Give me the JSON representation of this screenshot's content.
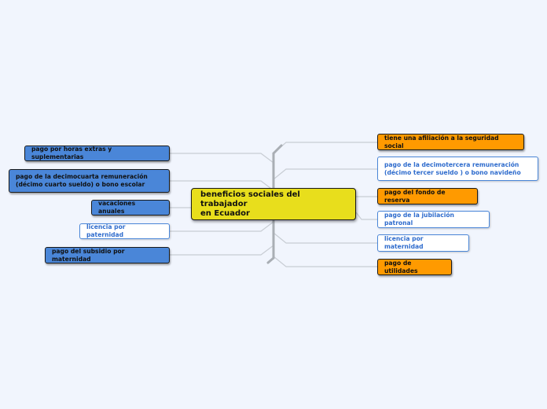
{
  "diagram": {
    "central_topic": "beneficios sociales del trabajador\nen Ecuador",
    "left_branches": [
      {
        "label": "pago por horas extras y suplementarias",
        "style": "blue-solid"
      },
      {
        "label": "pago de la decimocuarta remuneración\n(décimo cuarto sueldo) o bono escolar",
        "style": "blue-solid"
      },
      {
        "label": "vacaciones anuales",
        "style": "blue-solid"
      },
      {
        "label": "licencia por paternidad",
        "style": "outline"
      },
      {
        "label": "pago del subsidio por maternidad",
        "style": "blue-solid"
      }
    ],
    "right_branches": [
      {
        "label": "tiene una afiliación a la seguridad social",
        "style": "orange-solid"
      },
      {
        "label": "pago de la decimotercera remuneración\n(décimo tercer sueldo ) o bono navideño",
        "style": "outline"
      },
      {
        "label": "pago del fondo de reserva",
        "style": "orange-solid"
      },
      {
        "label": "pago de la jubilación patronal",
        "style": "outline"
      },
      {
        "label": "licencia por maternidad",
        "style": "outline"
      },
      {
        "label": "pago de utilidades",
        "style": "orange-solid"
      }
    ],
    "colors": {
      "background": "#f1f5fd",
      "central": "#e8de1c",
      "blue": "#4a86d8",
      "orange": "#ff9a00",
      "outline_text": "#2f6ccd",
      "connector": "#c8cdd4",
      "trunk": "#a9aeb4"
    }
  }
}
